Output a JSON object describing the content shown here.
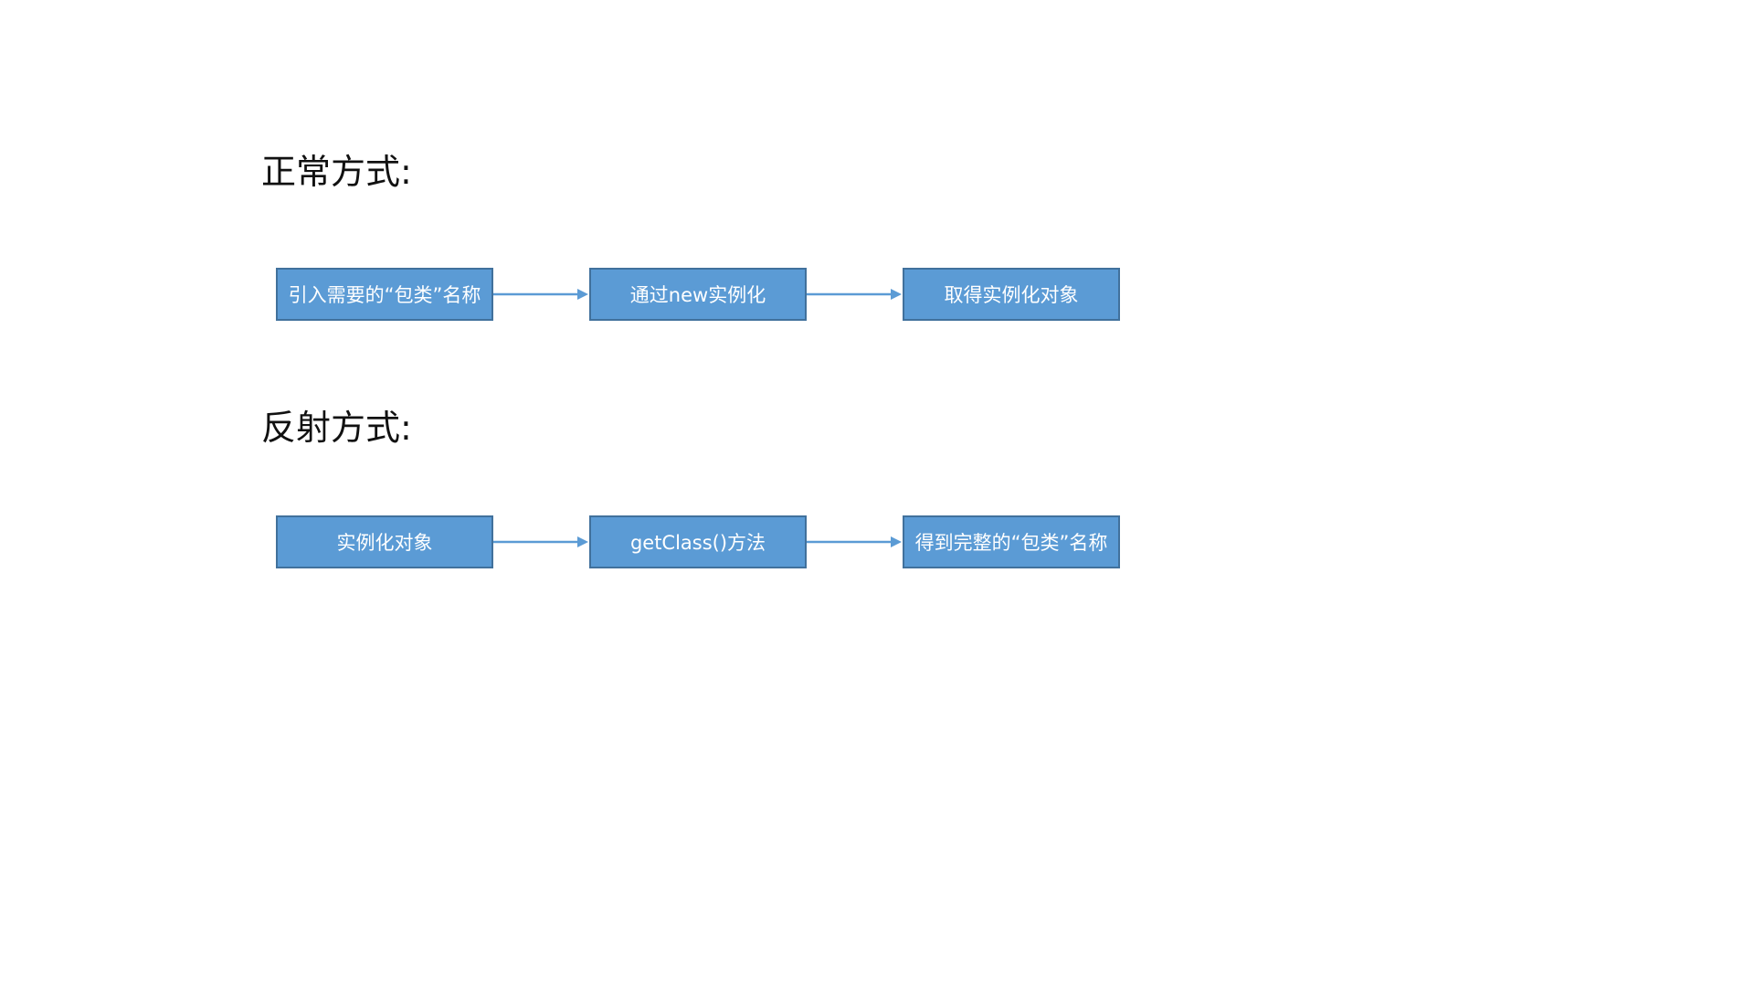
{
  "sections": [
    {
      "title": "正常方式:",
      "steps": [
        "引入需要的“包类”名称",
        "通过new实例化",
        "取得实例化对象"
      ]
    },
    {
      "title": "反射方式:",
      "steps": [
        "实例化对象",
        "getClass()方法",
        "得到完整的“包类”名称"
      ]
    }
  ],
  "colors": {
    "box_fill": "#5b9bd5",
    "box_border": "#41719c",
    "arrow": "#5b9bd5",
    "title_text": "#111111",
    "box_text": "#ffffff"
  }
}
